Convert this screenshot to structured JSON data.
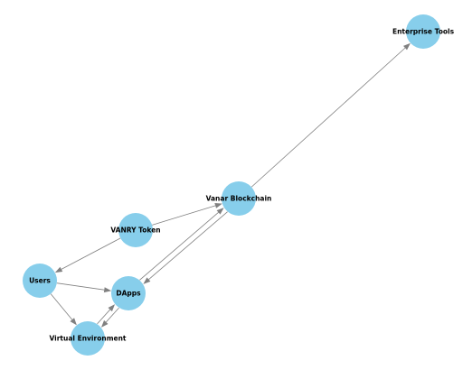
{
  "graph": {
    "colors": {
      "node": "#87ceeb",
      "edge": "#808080",
      "label": "#000000"
    },
    "nodes": [
      {
        "id": "enterprise-tools",
        "label": "Enterprise Tools"
      },
      {
        "id": "vanar-blockchain",
        "label": "Vanar Blockchain"
      },
      {
        "id": "vanry-token",
        "label": "VANRY Token"
      },
      {
        "id": "users",
        "label": "Users"
      },
      {
        "id": "dapps",
        "label": "DApps"
      },
      {
        "id": "virtual-environment",
        "label": "Virtual Environment"
      }
    ],
    "edges": [
      {
        "from": "vanar-blockchain",
        "to": "enterprise-tools"
      },
      {
        "from": "vanry-token",
        "to": "vanar-blockchain"
      },
      {
        "from": "vanry-token",
        "to": "users"
      },
      {
        "from": "users",
        "to": "dapps"
      },
      {
        "from": "users",
        "to": "virtual-environment"
      },
      {
        "from": "vanar-blockchain",
        "to": "dapps"
      },
      {
        "from": "dapps",
        "to": "vanar-blockchain"
      },
      {
        "from": "dapps",
        "to": "virtual-environment"
      },
      {
        "from": "virtual-environment",
        "to": "dapps"
      }
    ]
  }
}
